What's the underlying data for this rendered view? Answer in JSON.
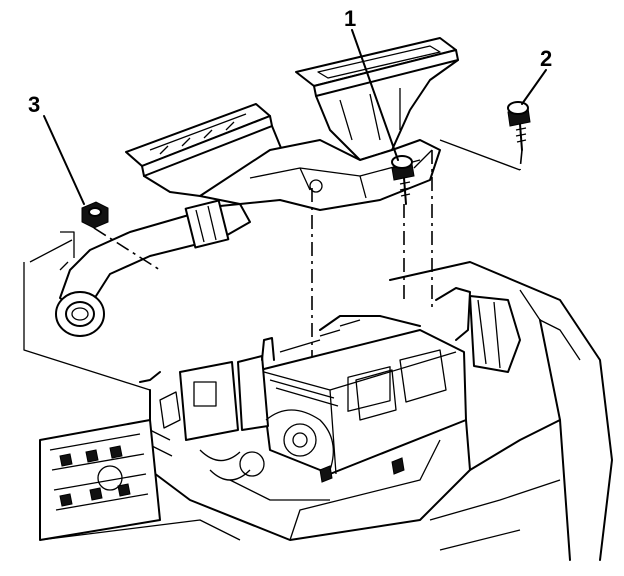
{
  "callouts": [
    {
      "number": "1",
      "part": "screw"
    },
    {
      "number": "2",
      "part": "screw"
    },
    {
      "number": "3",
      "part": "nut"
    }
  ]
}
